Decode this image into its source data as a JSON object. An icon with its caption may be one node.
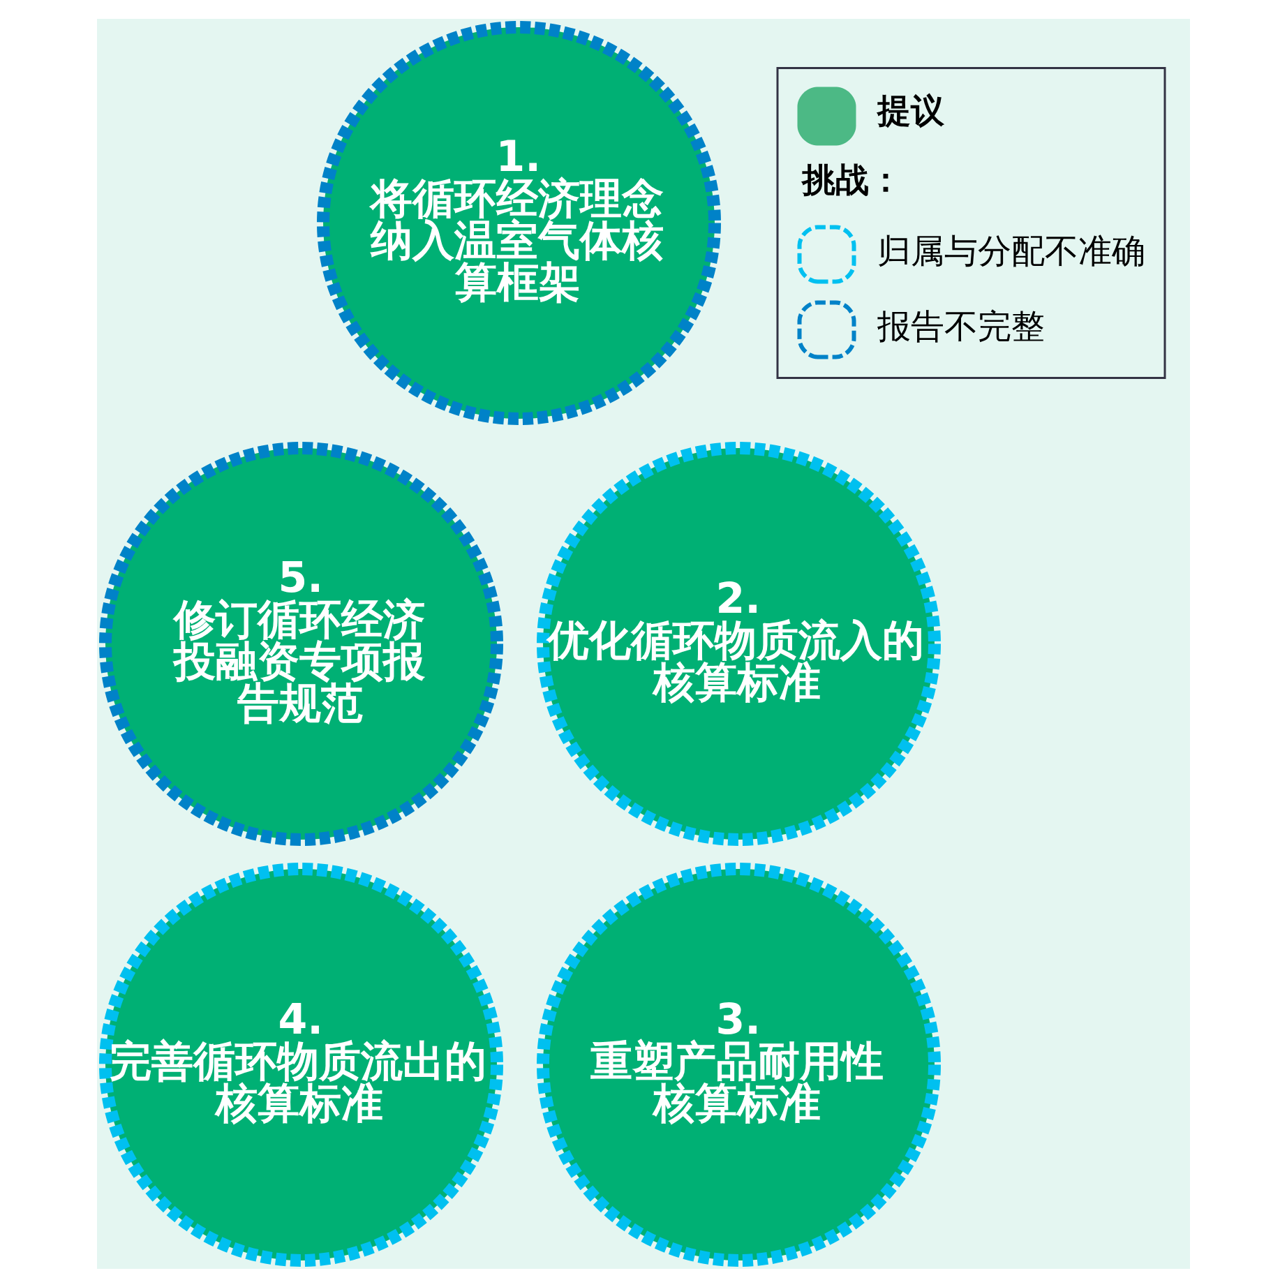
{
  "diagram": {
    "nodes": [
      {
        "text": [
          "1.",
          "将循环经济理念纳入温室气体核算框架"
        ]
      },
      {
        "text": [
          "2.",
          "优化循环物质流入的核算标准"
        ]
      },
      {
        "text": [
          "3.",
          "重塑产品耐用性核算标准"
        ]
      },
      {
        "text": [
          "4.",
          "完善循环物质流出的核算标准"
        ]
      },
      {
        "text": [
          "5.",
          "修订循环经济投融资专项报告规范"
        ]
      }
    ],
    "edges": [],
    "legend": [
      {
        "text": "提议",
        "color": "#4cb985"
      },
      {
        "text": "挑战："
      },
      {
        "text": "归属与分配不准确"
      },
      {
        "text": "报告不完整"
      }
    ]
  }
}
